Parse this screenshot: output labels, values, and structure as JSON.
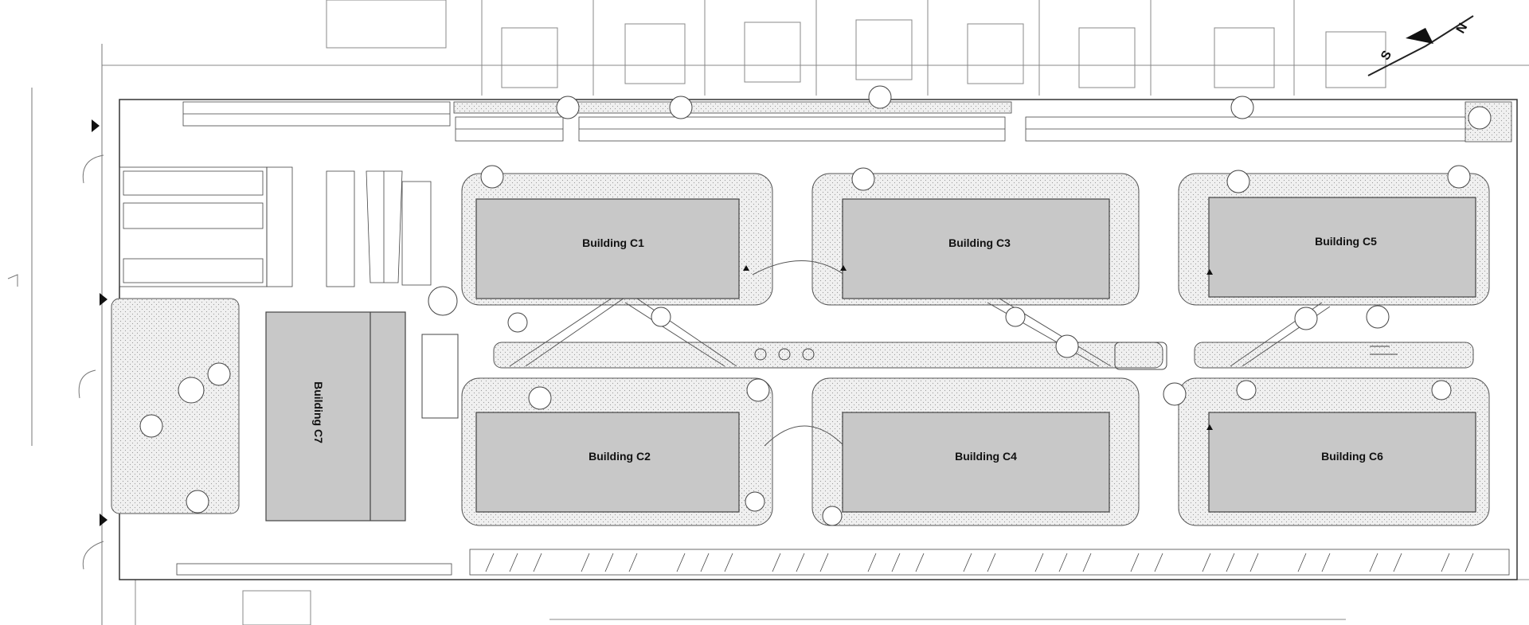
{
  "buildings": [
    {
      "id": "c1",
      "label": "Building C1"
    },
    {
      "id": "c2",
      "label": "Building C2"
    },
    {
      "id": "c3",
      "label": "Building C3"
    },
    {
      "id": "c4",
      "label": "Building C4"
    },
    {
      "id": "c5",
      "label": "Building C5"
    },
    {
      "id": "c6",
      "label": "Building C6"
    },
    {
      "id": "c7",
      "label": "Building C7"
    }
  ],
  "compass": {
    "south_label": "S",
    "north_label": "N"
  },
  "colors": {
    "building_fill": "#c8c8c8",
    "building_stroke": "#444444",
    "landscape_fill": "#ececec",
    "line": "#555555",
    "background": "#ffffff"
  }
}
